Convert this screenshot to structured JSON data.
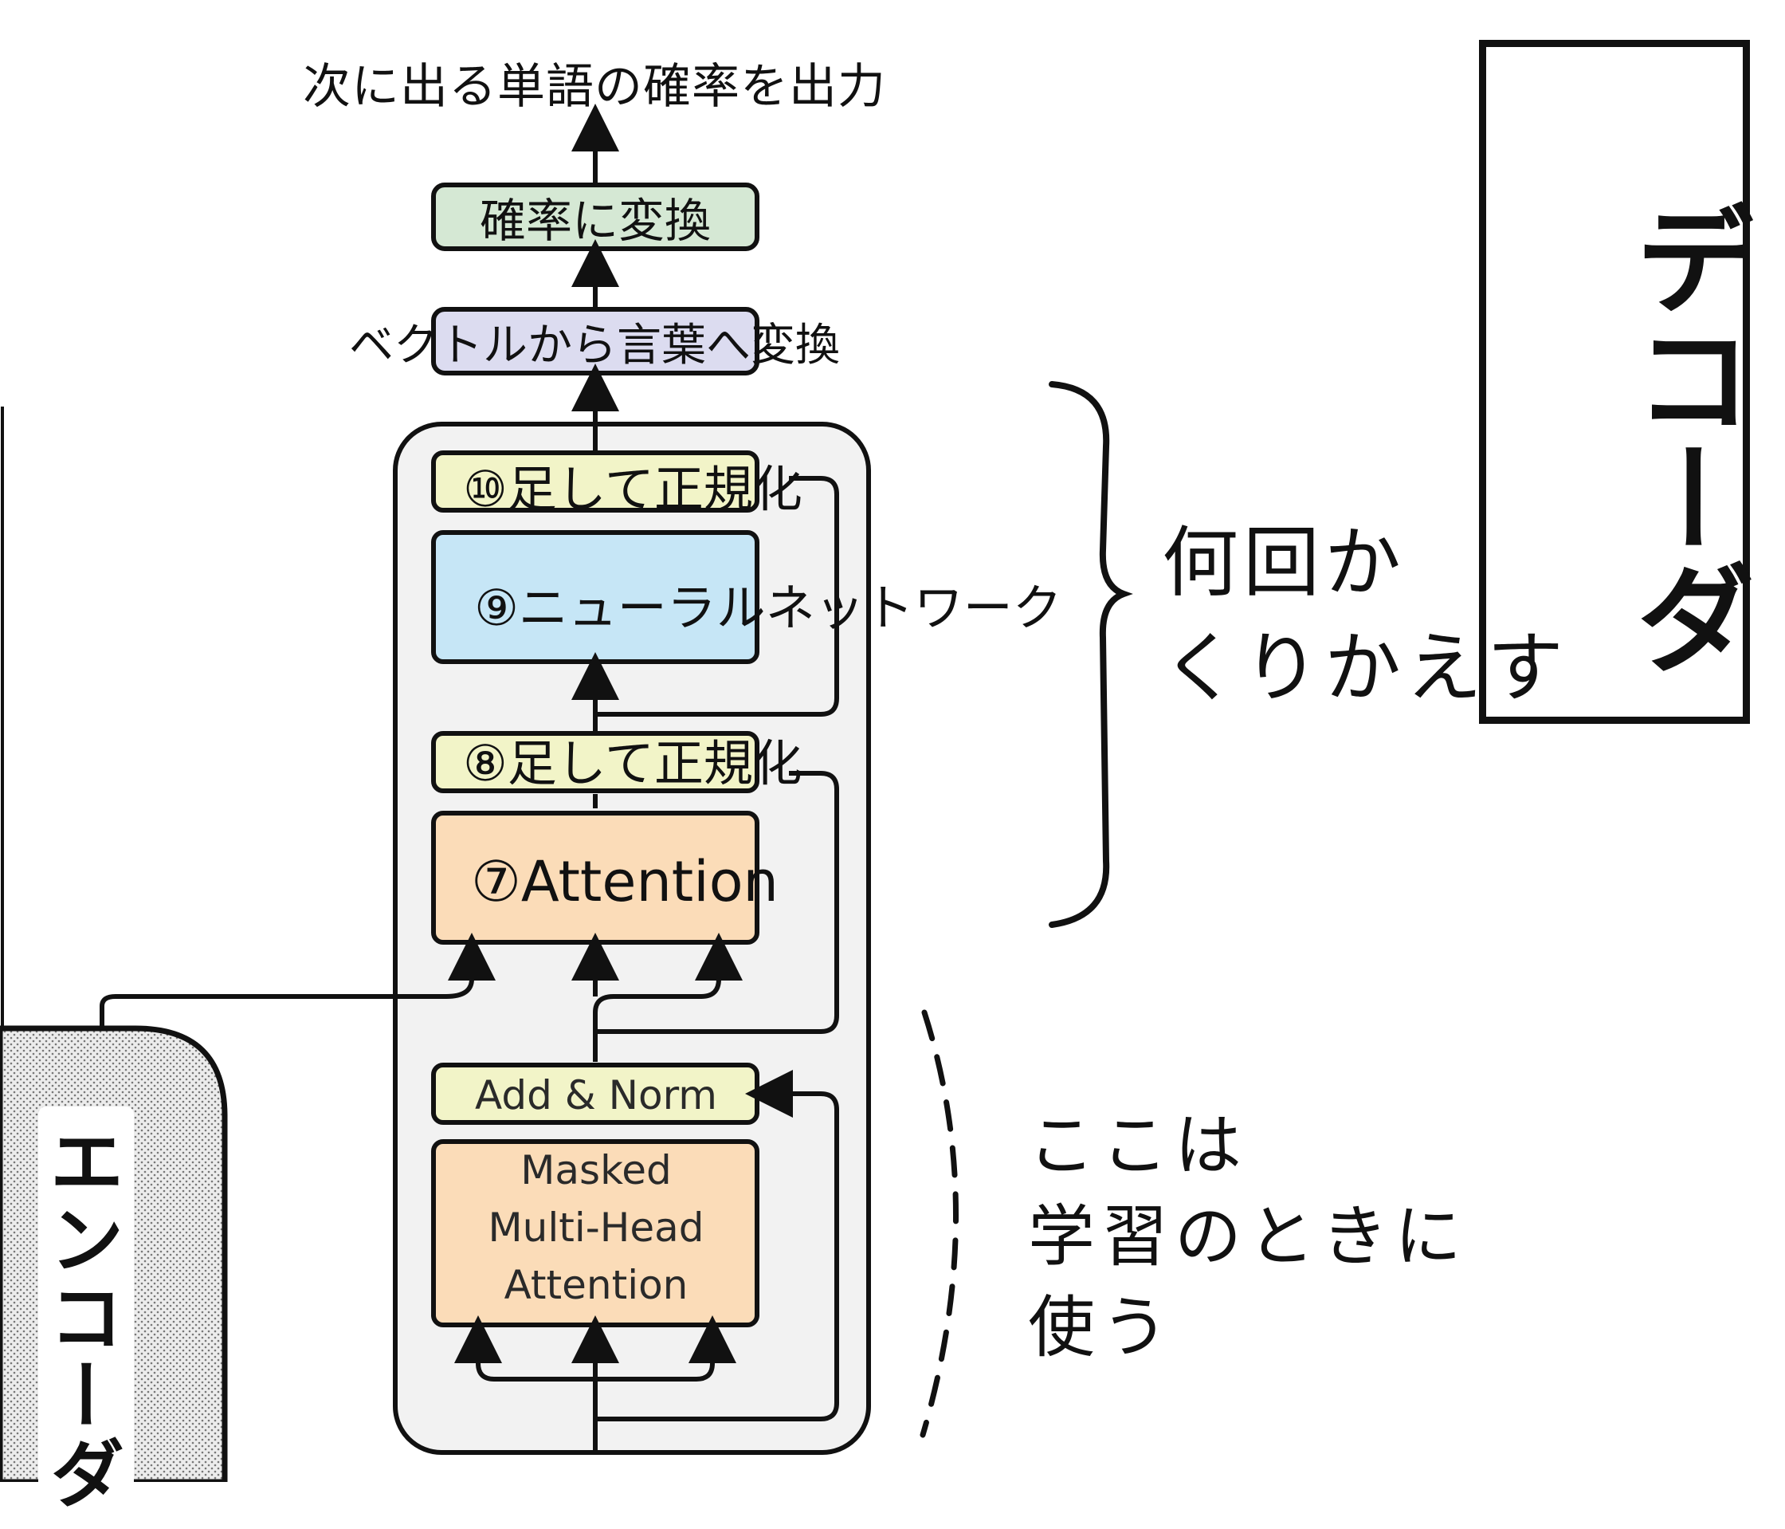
{
  "output_label": "次に出る単語の確率を出力",
  "blocks": {
    "softmax": "確率に変換",
    "linear": "ベクトルから言葉へ変換",
    "add_norm_top": "⑩足して正規化",
    "feed_forward": "⑨ニューラルネットワーク",
    "add_norm_mid": "⑧足して正規化",
    "attention": "⑦Attention",
    "add_norm_low": "Add & Norm",
    "masked_attention": [
      "Masked",
      "Multi-Head",
      "Attention"
    ]
  },
  "title": "デコーダ",
  "annotations": {
    "repeat": "何回か\nくりかえす",
    "training_only": "ここは\n学習のときに\n使う"
  },
  "encoder_label": "エンコーダ",
  "colors": {
    "softmax_fill": "#d5e8d4",
    "linear_fill": "#dcdcf0",
    "add_norm_fill": "#f2f4c8",
    "feed_forward_fill": "#c6e6f6",
    "attention_fill": "#fbdcb8",
    "decoder_bg": "#f2f2f2",
    "encoder_bg": "#d9d9d9"
  }
}
